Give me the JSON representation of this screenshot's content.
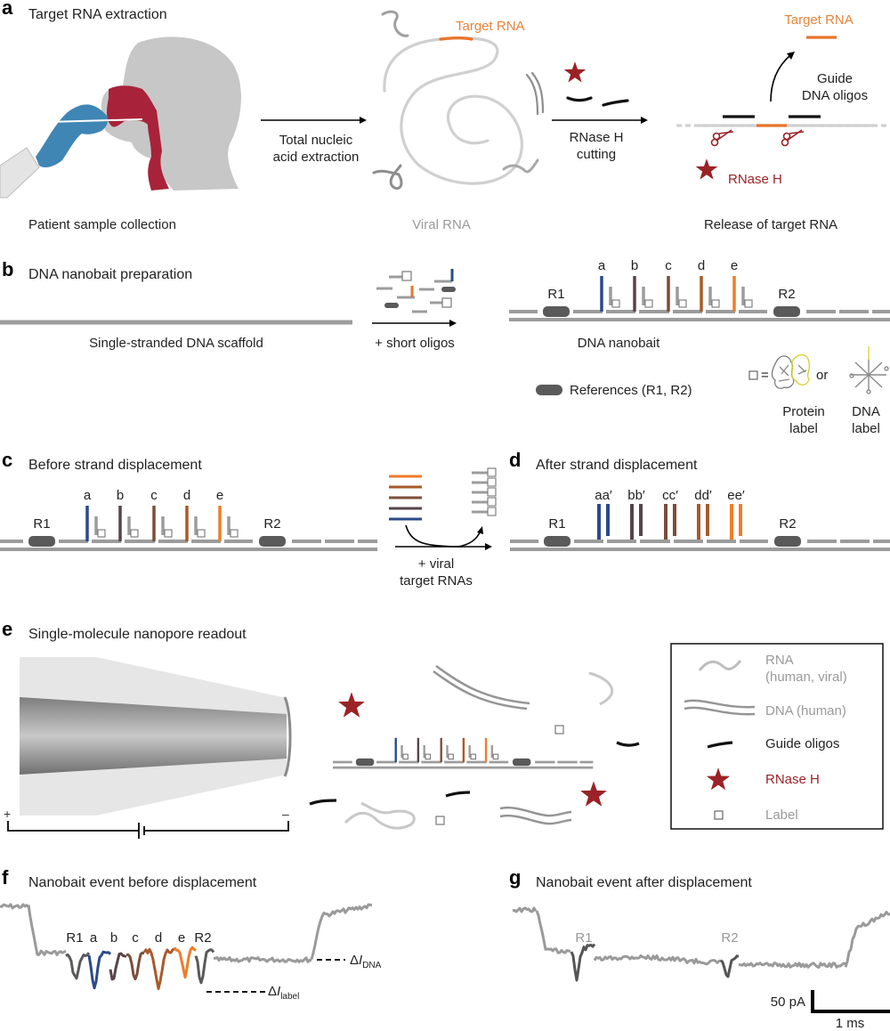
{
  "colors": {
    "a": "#2b4a8a",
    "b": "#56444a",
    "c": "#7a4e3a",
    "d": "#a85a2a",
    "e": "#ee7d2a",
    "target_rna": "#e8742a",
    "rnase_h": "#9b2226",
    "glove": "#3f86b5",
    "throat": "#a8233a",
    "head": "#c7c7c7",
    "scaffold": "#9c9c9c",
    "reference": "#5a5a5a"
  },
  "panel_a": {
    "letter": "a",
    "title": "Target RNA extraction",
    "caption_left": "Patient sample collection",
    "arrow1_line1": "Total nucleic",
    "arrow1_line2": "acid extraction",
    "target_rna_label": "Target RNA",
    "viral_rna_label": "Viral RNA",
    "arrow2_line1": "RNase H",
    "arrow2_line2": "cutting",
    "released_target_label": "Target RNA",
    "guide_line1": "Guide",
    "guide_line2": "DNA oligos",
    "rnase_h_label": "RNase H",
    "caption_right": "Release of target RNA"
  },
  "panel_b": {
    "letter": "b",
    "title": "DNA nanobait preparation",
    "scaffold_label": "Single-stranded DNA scaffold",
    "arrow_label": "+ short oligos",
    "nanobait_label": "DNA nanobait",
    "ref1": "R1",
    "ref2": "R2",
    "sites": [
      "a",
      "b",
      "c",
      "d",
      "e"
    ],
    "references_legend": "References (R1, R2)",
    "label_equals": "=",
    "or": "or",
    "protein_label_1": "Protein",
    "protein_label_2": "label",
    "dna_label_1": "DNA",
    "dna_label_2": "label"
  },
  "panel_c": {
    "letter": "c",
    "title": "Before strand displacement",
    "ref1": "R1",
    "ref2": "R2",
    "sites": [
      "a",
      "b",
      "c",
      "d",
      "e"
    ],
    "arrow_line1": "+ viral",
    "arrow_line2": "target RNAs"
  },
  "panel_d": {
    "letter": "d",
    "title": "After strand displacement",
    "ref1": "R1",
    "ref2": "R2",
    "sites": [
      "aa′",
      "bb′",
      "cc′",
      "dd′",
      "ee′"
    ]
  },
  "panel_e": {
    "letter": "e",
    "title": "Single-molecule nanopore readout",
    "plus": "+",
    "minus": "–",
    "legend": [
      {
        "icon": "rna",
        "line1": "RNA",
        "line2": "(human, viral)"
      },
      {
        "icon": "dna",
        "line1": "DNA (human)"
      },
      {
        "icon": "guide",
        "line1": "Guide oligos"
      },
      {
        "icon": "star",
        "line1": "RNase H"
      },
      {
        "icon": "square",
        "line1": "Label"
      }
    ]
  },
  "panel_f": {
    "letter": "f",
    "title": "Nanobait event before displacement",
    "peak_labels": [
      "R1",
      "a",
      "b",
      "c",
      "d",
      "e",
      "R2"
    ],
    "delta": "Δ",
    "i": "I",
    "dna_sub": "DNA",
    "label_sub": "label"
  },
  "panel_g": {
    "letter": "g",
    "title": "Nanobait event after displacement",
    "peak_labels": [
      "R1",
      "R2"
    ],
    "scale_current": "50 pA",
    "scale_time": "1 ms"
  }
}
